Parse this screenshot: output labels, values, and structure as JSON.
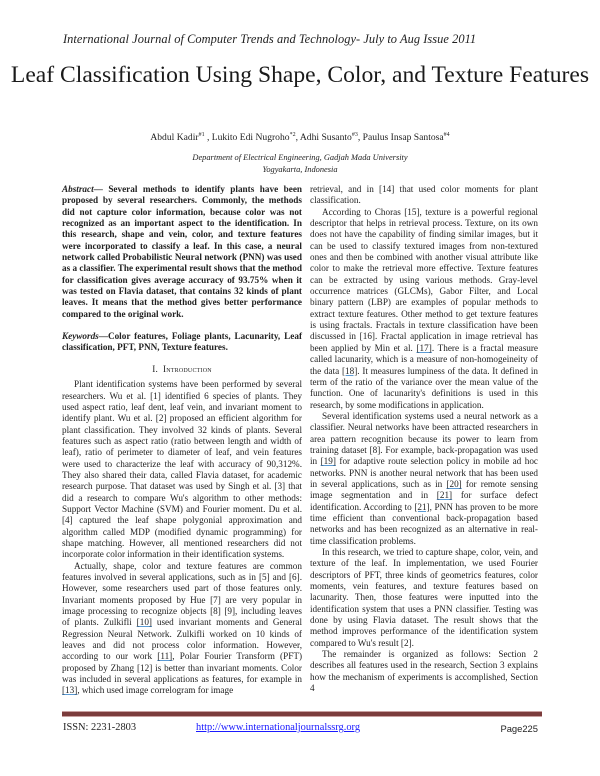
{
  "header": {
    "journal": "International Journal of Computer Trends and Technology- July to Aug Issue 2011"
  },
  "paper": {
    "title": "Leaf Classification Using Shape, Color, and Texture Features",
    "authors": [
      {
        "name": "Abdul Kadir",
        "mark": "#1",
        "sep": " , "
      },
      {
        "name": "Lukito Edi Nugroho",
        "mark": "*2",
        "sep": ", "
      },
      {
        "name": "Adhi Susanto",
        "mark": "#3",
        "sep": ", "
      },
      {
        "name": "Paulus Insap Santosa",
        "mark": "#4",
        "sep": ""
      }
    ],
    "affiliation_line1": "Department of Electrical Engineering, Gadjah Mada University",
    "affiliation_line2": "Yogyakarta, Indonesia"
  },
  "abstract": {
    "label": "Abstract",
    "text": "— Several methods to identify plants have been proposed by several researchers. Commonly, the methods did not capture color information, because color was not recognized as an important aspect to the identification. In this research, shape and vein, color, and texture features were incorporated to classify a leaf. In this case, a neural network called Probabilistic Neural network (PNN) was used as a classifier. The experimental result shows that the method for classification gives average accuracy of 93.75% when it was tested on Flavia dataset, that contains 32 kinds of plant leaves. It means that the method gives better performance compared to the original work."
  },
  "keywords": {
    "label": "Keywords",
    "text": "—Color features, Foliage plants, Lacunarity, Leaf classification, PFT, PNN, Texture features."
  },
  "section1": {
    "number": "I.",
    "title": "Introduction"
  },
  "body": {
    "p1": "Plant identification systems have been performed by several researchers. Wu et al. [1] identified 6 species of plants. They used aspect ratio, leaf dent, leaf vein, and invariant moment to identify plant. Wu et al. [2] proposed an efficient algorithm for plant classification. They involved 32 kinds of plants. Several features such as aspect ratio (ratio between length and width of leaf), ratio of perimeter to diameter of leaf, and vein features were used to characterize the leaf with accuracy of 90,312%. They also shared their data, called Flavia dataset, for academic research purpose. That dataset was used by Singh et al. [3] that did a research to compare Wu's algorithm to other methods: Support Vector Machine (SVM) and Fourier moment. Du et al. [4] captured the leaf shape polygonial approximation and algorithm called MDP (modified dynamic programming) for shape matching. However, all mentioned researchers did not incorporate color information in their identification systems.",
    "p2_a": "Actually, shape, color and texture features are common features involved in several applications, such as in [5] and [6]. However, some researchers used part of those features only. Invariant moments proposed by Hue [7] are very popular in image processing to recognize objects [8] [9], including leaves of plants. Zulkifli ",
    "p2_ref10": "[10]",
    "p2_b": " used invariant moments and General Regression Neural Network. Zulkifli worked on 10 kinds of leaves and did not process color information. However, according to our work ",
    "p2_ref11": "[11]",
    "p2_c": ", Polar Fourier Transform (PFT) proposed by Zhang [12] is better than invariant moments. Color was included in several applications as features, for example in ",
    "p2_ref13": "[13]",
    "p2_d": ", which used image correlogram for image",
    "p3": "retrieval, and in [14] that used color moments for plant classification.",
    "p4_a": "According to Choras [15], texture is a powerful regional descriptor that helps in retrieval process. Texture, on its own does not have the capability of finding similar images, but it can be used to classify textured images from non-textured ones and then be combined with another visual attribute like color to make the retrieval more effective. Texture features can be extracted by using various methods. Gray-level occurrence matrices (GLCMs), Gabor Filter, and Local binary pattern (LBP) are examples of popular methods to extract texture features. Other method to get texture features is using fractals. Fractals in texture classification have been discussed in [16]. Fractal application in image retrieval has been applied by Min et al. ",
    "p4_ref17": "[17]",
    "p4_b": ". There is a fractal measure called lacunarity, which is a measure of non-homogeineity of the data ",
    "p4_ref18": "[18]",
    "p4_c": ". It measures lumpiness of the data. It defined in term of the ratio of the variance over the mean value of the function. One of lacunarity's definitions is used in this research, by some modifications in application.",
    "p5_a": "Several identification systems used a neural network as a classifier. Neural networks have been attracted researchers in area pattern recognition because its power to learn from training dataset [8]. For example, back-propagation was used in ",
    "p5_ref19": "[19]",
    "p5_b": " for adaptive route selection policy in mobile ad hoc networks. PNN is another neural network that has been used in several applications, such as in ",
    "p5_ref20": "[20]",
    "p5_c": " for remote sensing image segmentation and in ",
    "p5_ref21a": "[21]",
    "p5_d": " for surface defect identification. According to ",
    "p5_ref21b": "[21]",
    "p5_e": ", PNN has proven to be more time efficient than conventional back-propagation based networks and has been recognized as an alternative in real-time classification problems.",
    "p6": "In this research, we tried to capture shape, color, vein, and texture of the leaf. In implementation, we used Fourier descriptors of PFT, three kinds of geometrics features, color moments, vein features, and texture features based on lacunarity. Then, those features were inputted into the identification system that uses a PNN classifier. Testing was done by using Flavia dataset. The result shows that the method improves performance of the identification system compared to Wu's result [2].",
    "p7": "The remainder is organized as follows: Section 2 describes all features used in the research, Section 3 explains how the mechanism of experiments is accomplished, Section 4"
  },
  "footer": {
    "issn": "ISSN: 2231-2803",
    "url": "http://www.internationaljournalssrg.org",
    "page": "Page225",
    "rule_color": "#7b3c3c",
    "link_color": "#1a1aff"
  }
}
